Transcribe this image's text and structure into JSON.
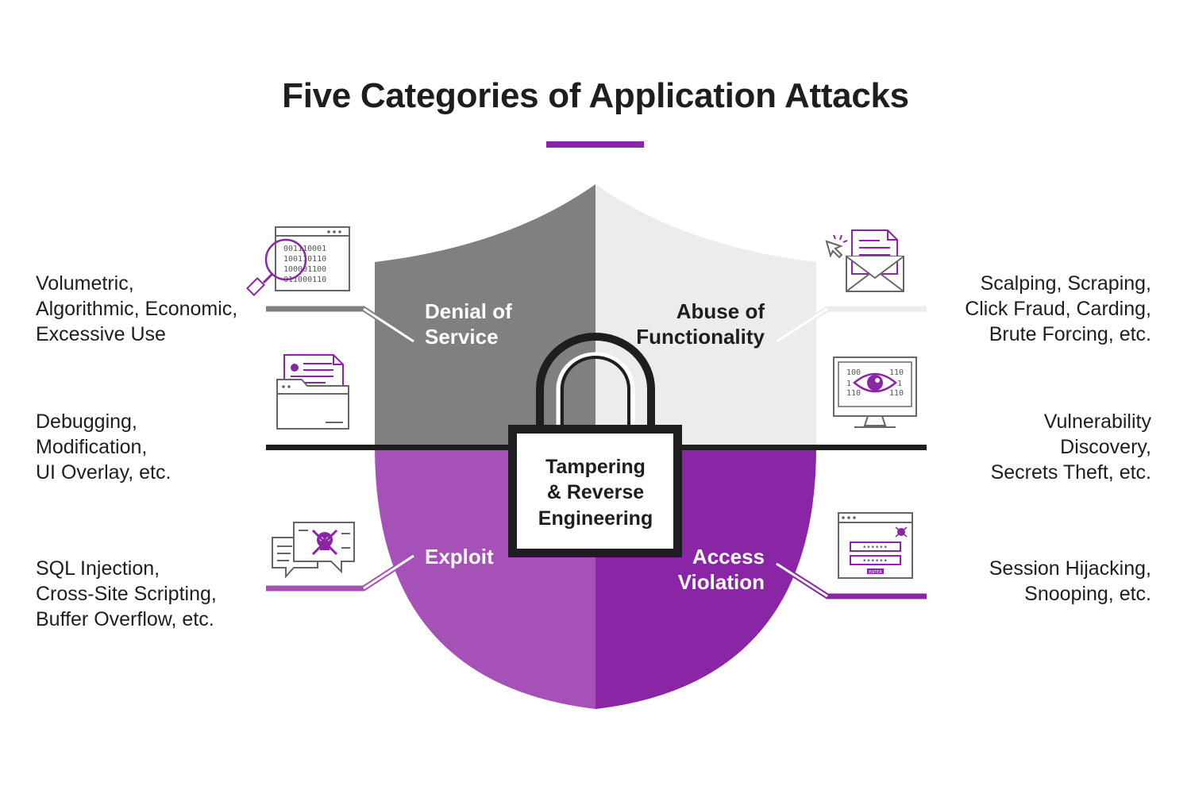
{
  "title": "Five Categories of Application Attacks",
  "colors": {
    "accent": "#8a25a6",
    "purple_light": "#a551b8",
    "purple_dark": "#8a25a6",
    "gray_dark": "#808080",
    "gray_light": "#ececec",
    "line": "#1e1e1e"
  },
  "segments": {
    "denial": {
      "label_line1": "Denial of",
      "label_line2": "Service"
    },
    "abuse": {
      "label_line1": "Abuse of",
      "label_line2": "Functionality"
    },
    "exploit": {
      "label_line1": "Exploit"
    },
    "access": {
      "label_line1": "Access",
      "label_line2": "Violation"
    },
    "tampering": {
      "label_line1": "Tampering",
      "label_line2": "& Reverse",
      "label_line3": "Engineering"
    }
  },
  "descriptions": {
    "denial": [
      "Volumetric,",
      "Algorithmic, Economic,",
      "Excessive Use"
    ],
    "tampering_left": [
      "Debugging,",
      "Modification,",
      "UI Overlay, etc."
    ],
    "exploit": [
      "SQL Injection,",
      "Cross-Site Scripting,",
      "Buffer Overflow, etc."
    ],
    "abuse": [
      "Scalping, Scraping,",
      "Click Fraud, Carding,",
      "Brute Forcing, etc."
    ],
    "tampering_right": [
      "Vulnerability",
      "Discovery,",
      "Secrets Theft, etc."
    ],
    "access": [
      "Session Hijacking,",
      "Snooping, etc."
    ]
  },
  "icons": {
    "denial": "binary-magnifier-icon",
    "tampering_left": "bug-folder-icon",
    "exploit": "skull-chat-icon",
    "abuse": "click-envelope-icon",
    "tampering_right": "eye-monitor-icon",
    "access": "login-form-bug-icon"
  },
  "icon_text": {
    "binary_rows": [
      "001110001",
      "100110110",
      "100001100",
      "011000110"
    ],
    "monitor_left": [
      "100",
      "1",
      "110"
    ],
    "monitor_right": [
      "110",
      "1",
      "110"
    ],
    "password_mask": "••••••",
    "enter_label": "ENTER"
  }
}
